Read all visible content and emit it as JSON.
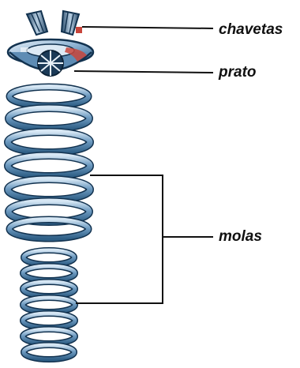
{
  "labels": {
    "chavetas": "chavetas",
    "prato": "prato",
    "molas": "molas"
  },
  "colors": {
    "spring_outer": "#2f5f86",
    "spring_mid": "#6f9cc2",
    "spring_highlight": "#c9deef",
    "spring_inner": "#12324f",
    "line": "#111111",
    "accent_red": "#c8453b"
  }
}
